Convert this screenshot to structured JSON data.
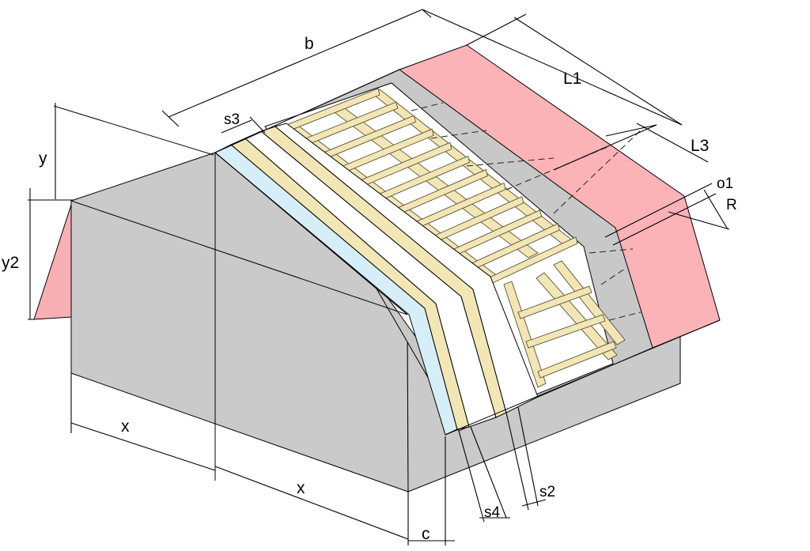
{
  "diagram": {
    "labels": {
      "b": "b",
      "L1": "L1",
      "L3": "L3",
      "o1": "o1",
      "R": "R",
      "s3": "s3",
      "y": "y",
      "y2": "y2",
      "x_front": "x",
      "x_side": "x",
      "c": "c",
      "s4": "s4",
      "s2": "s2"
    },
    "colors": {
      "wall": "#cacaca",
      "roof_grey": "#c8c8c8",
      "roof_pink": "#fbb3b7",
      "gable_pink": "#f9b0b5",
      "insulation_blue": "#d6eef7",
      "timber": "#f2e6b6",
      "membrane": "#ffffff",
      "line": "#000000"
    }
  }
}
